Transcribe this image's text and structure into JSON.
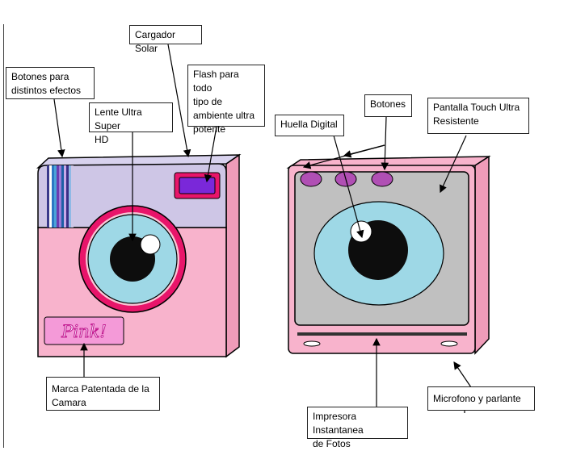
{
  "callouts": {
    "cargador_solar": "Cargador Solar",
    "botones_efectos": "Botones para\ndistintos efectos",
    "flash": "Flash para todo\ntipo de\nambiente ultra\npotente",
    "lente": "Lente Ultra Super\nHD",
    "marca": "Marca Patentada de la\nCamara",
    "huella": "Huella Digital",
    "botones": "Botones",
    "pantalla": "Pantalla Touch Ultra\nResistente",
    "microfono": "Microfono y parlante",
    "impresora": "Impresora Instantanea\nde Fotos"
  },
  "brand_label": "Pink!",
  "colors": {
    "body_pink": "#f8b3cc",
    "top_lavender": "#cec6e6",
    "lens_ring": "#e8156a",
    "lens_blue": "#9ed8e6",
    "flash_purple": "#7a28d9",
    "button_purple": "#b04fb4",
    "screen_gray": "#c0c0c0",
    "outline": "#000000"
  }
}
